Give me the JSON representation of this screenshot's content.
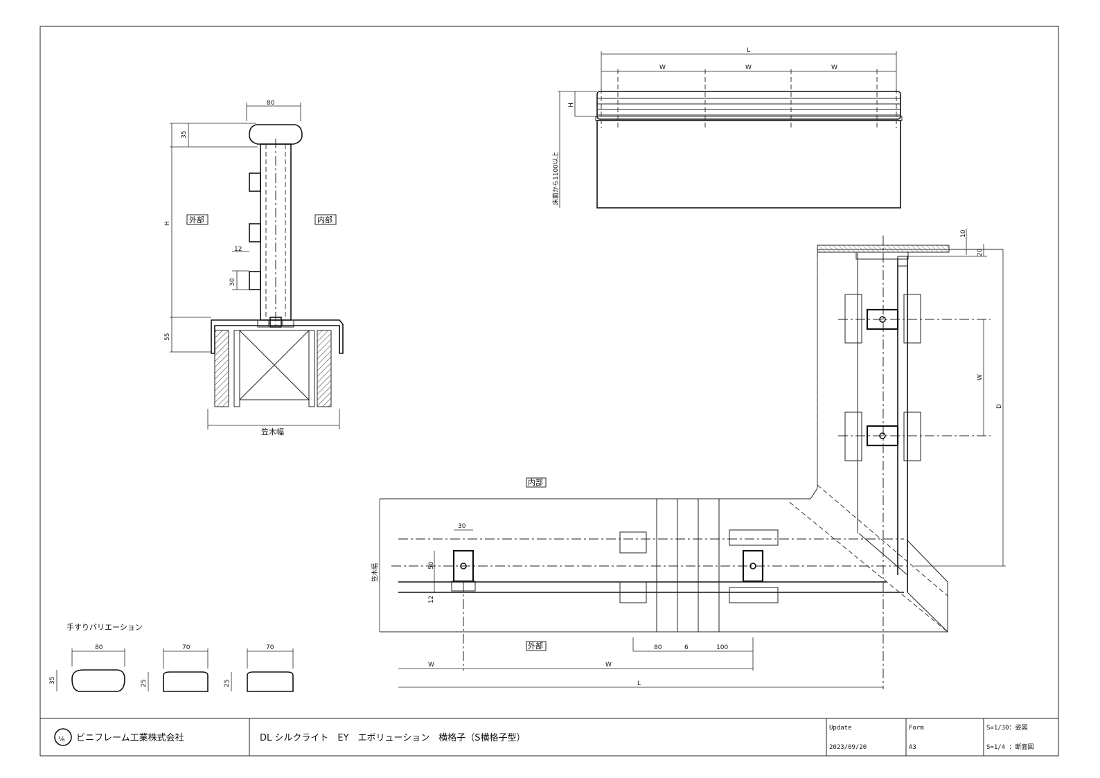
{
  "section_view": {
    "dim_width": "80",
    "dim_top": "35",
    "dim_height": "H",
    "dim_gap": "12",
    "dim_bar": "30",
    "dim_base": "55",
    "label_outside": "外部",
    "label_inside": "内部",
    "label_width": "笠木幅"
  },
  "elevation_view": {
    "dim_length": "L",
    "dim_w1": "W",
    "dim_w2": "W",
    "dim_w3": "W",
    "dim_h": "H",
    "dim_floor": "床面から1100以上"
  },
  "plan_view": {
    "label_inside": "内部",
    "label_outside": "外部",
    "label_width": "笠木幅",
    "dim_30": "30",
    "dim_50": "50",
    "dim_12": "12",
    "dim_80": "80",
    "dim_6": "6",
    "dim_100": "100",
    "dim_w_small": "W",
    "dim_w_large": "W",
    "dim_l": "L",
    "dim_10": "10",
    "dim_20": "20",
    "dim_w_right": "W",
    "dim_d": "D"
  },
  "variations": {
    "title": "手すりバリエーション",
    "items": [
      {
        "width": "80",
        "height": "35"
      },
      {
        "width": "70",
        "height": "25"
      },
      {
        "width": "70",
        "height": "25"
      }
    ]
  },
  "title_block": {
    "company": "ビニフレーム工業株式会社",
    "product": "DL シルクライト　EY　エボリューション　横格子（S横格子型）",
    "update_label": "Update",
    "update_value": "2023/09/20",
    "form_label": "Form",
    "form_value": "A3",
    "scale1": "S=1/30：姿図",
    "scale2": "S=1/4 ：断面図"
  }
}
